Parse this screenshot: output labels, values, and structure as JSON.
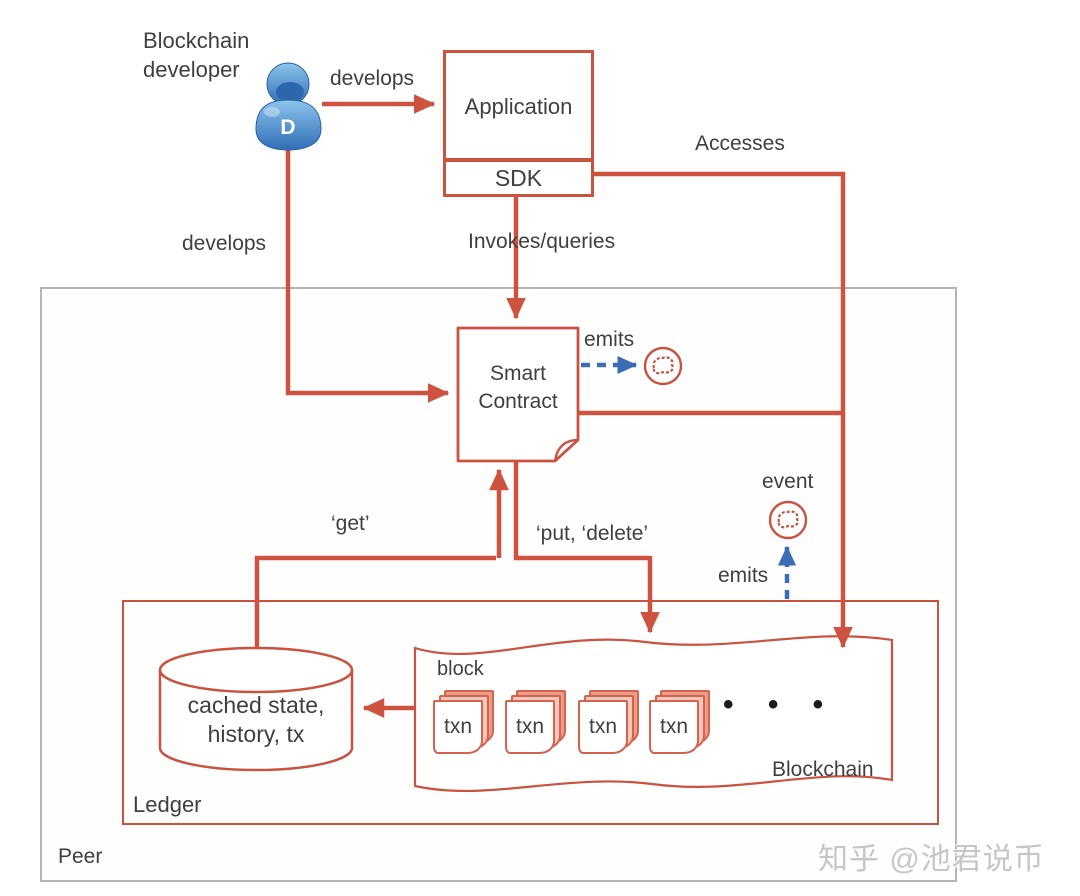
{
  "diagram": {
    "developer": {
      "label": "Blockchain developer",
      "avatar_letter": "D"
    },
    "application": {
      "label": "Application",
      "sdk_label": "SDK"
    },
    "smart_contract": {
      "label": "Smart Contract"
    },
    "edges": {
      "develops_top": "develops",
      "develops_left": "develops",
      "accesses": "Accesses",
      "invokes_queries": "Invokes/queries",
      "emits_top": "emits",
      "emits_bottom": "emits",
      "event": "event",
      "get": "‘get’",
      "put_delete": "‘put, ‘delete’"
    },
    "peer": {
      "label": "Peer"
    },
    "ledger": {
      "label": "Ledger",
      "state_db": {
        "line1": "cached state,",
        "line2": "history, tx"
      },
      "blockchain": {
        "label": "Blockchain",
        "block_label": "block",
        "txn_labels": [
          "txn",
          "txn",
          "txn",
          "txn"
        ],
        "ellipsis": "• • •"
      }
    },
    "watermark": "知乎 @池君说币",
    "colors": {
      "red": "#c9533f",
      "blue": "#3a6db5",
      "peer_border_gray": "#b5b5b5",
      "text": "#3f3f3f",
      "person_blue": "#3572bb"
    }
  }
}
